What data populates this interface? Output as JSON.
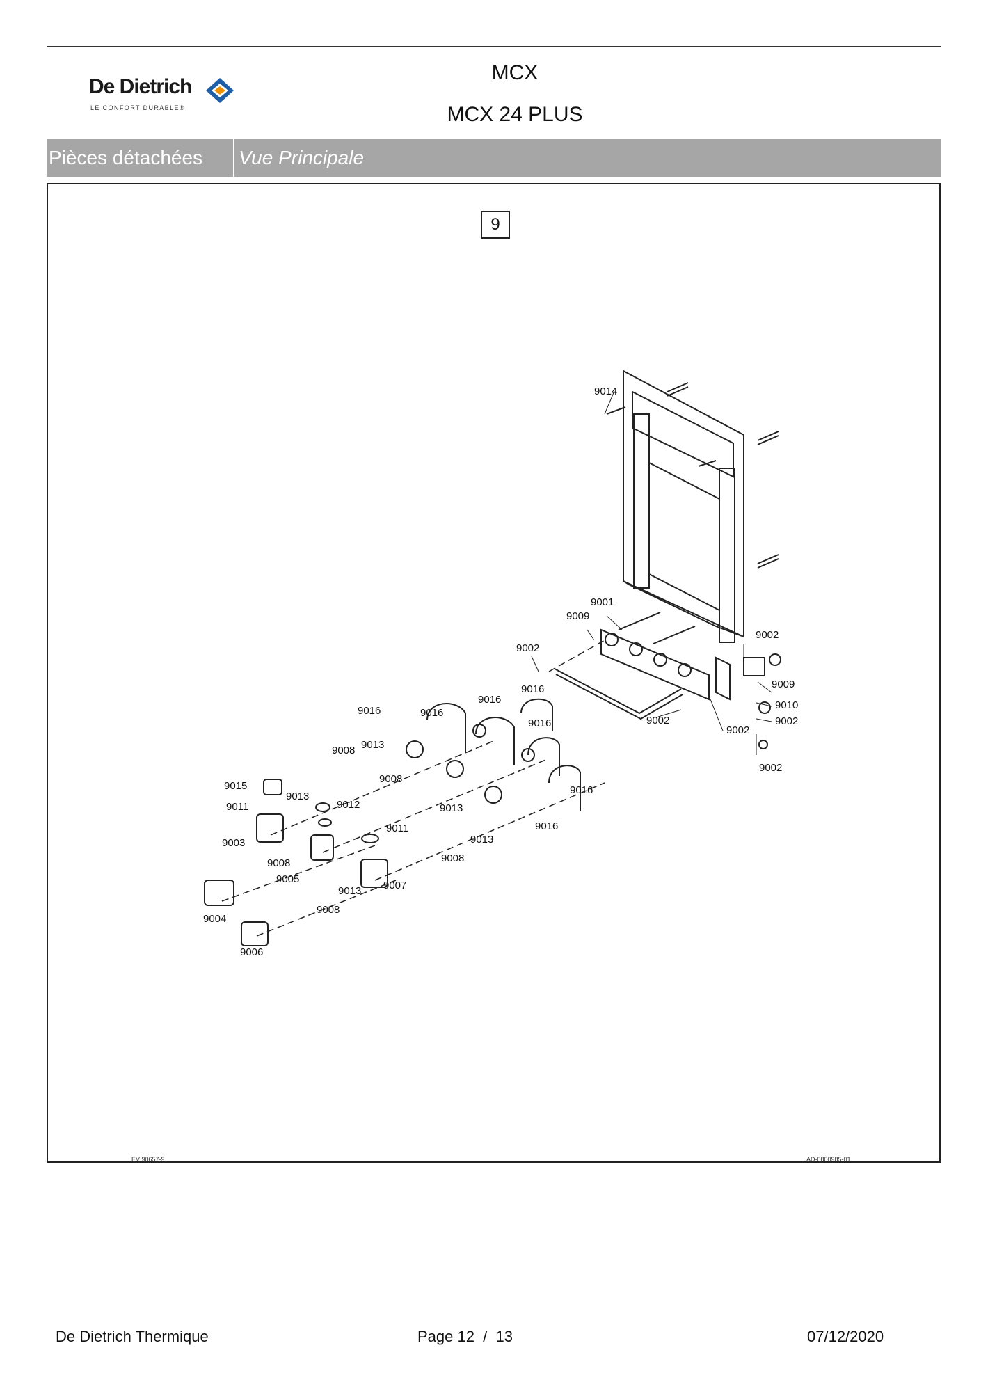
{
  "header": {
    "logo_name": "De Dietrich",
    "logo_tagline": "LE CONFORT DURABLE®",
    "title_line1": "MCX",
    "title_line2": "MCX 24 PLUS"
  },
  "section": {
    "label": "Pièces détachées",
    "view": "Vue Principale"
  },
  "drawing": {
    "view_number": "9",
    "ref_left": "EV 90657-9",
    "ref_right": "AD-0800985-01",
    "part_labels": [
      "9014",
      "9001",
      "9009",
      "9002",
      "9002",
      "9009",
      "9010",
      "9002",
      "9002",
      "9002",
      "9002",
      "9016",
      "9016",
      "9016",
      "9016",
      "9016",
      "9016",
      "9016",
      "9008",
      "9013",
      "9008",
      "9013",
      "9015",
      "9011",
      "9013",
      "9012",
      "9003",
      "9008",
      "9005",
      "9011",
      "9013",
      "9008",
      "9004",
      "9013",
      "9007",
      "9008",
      "9006"
    ]
  },
  "footer": {
    "company": "De Dietrich Thermique",
    "page_label": "Page 12  /  13",
    "date": "07/12/2020"
  },
  "colors": {
    "section_bar": "#a6a6a6",
    "logo_blue": "#1f5fa8",
    "logo_orange": "#f29100"
  }
}
